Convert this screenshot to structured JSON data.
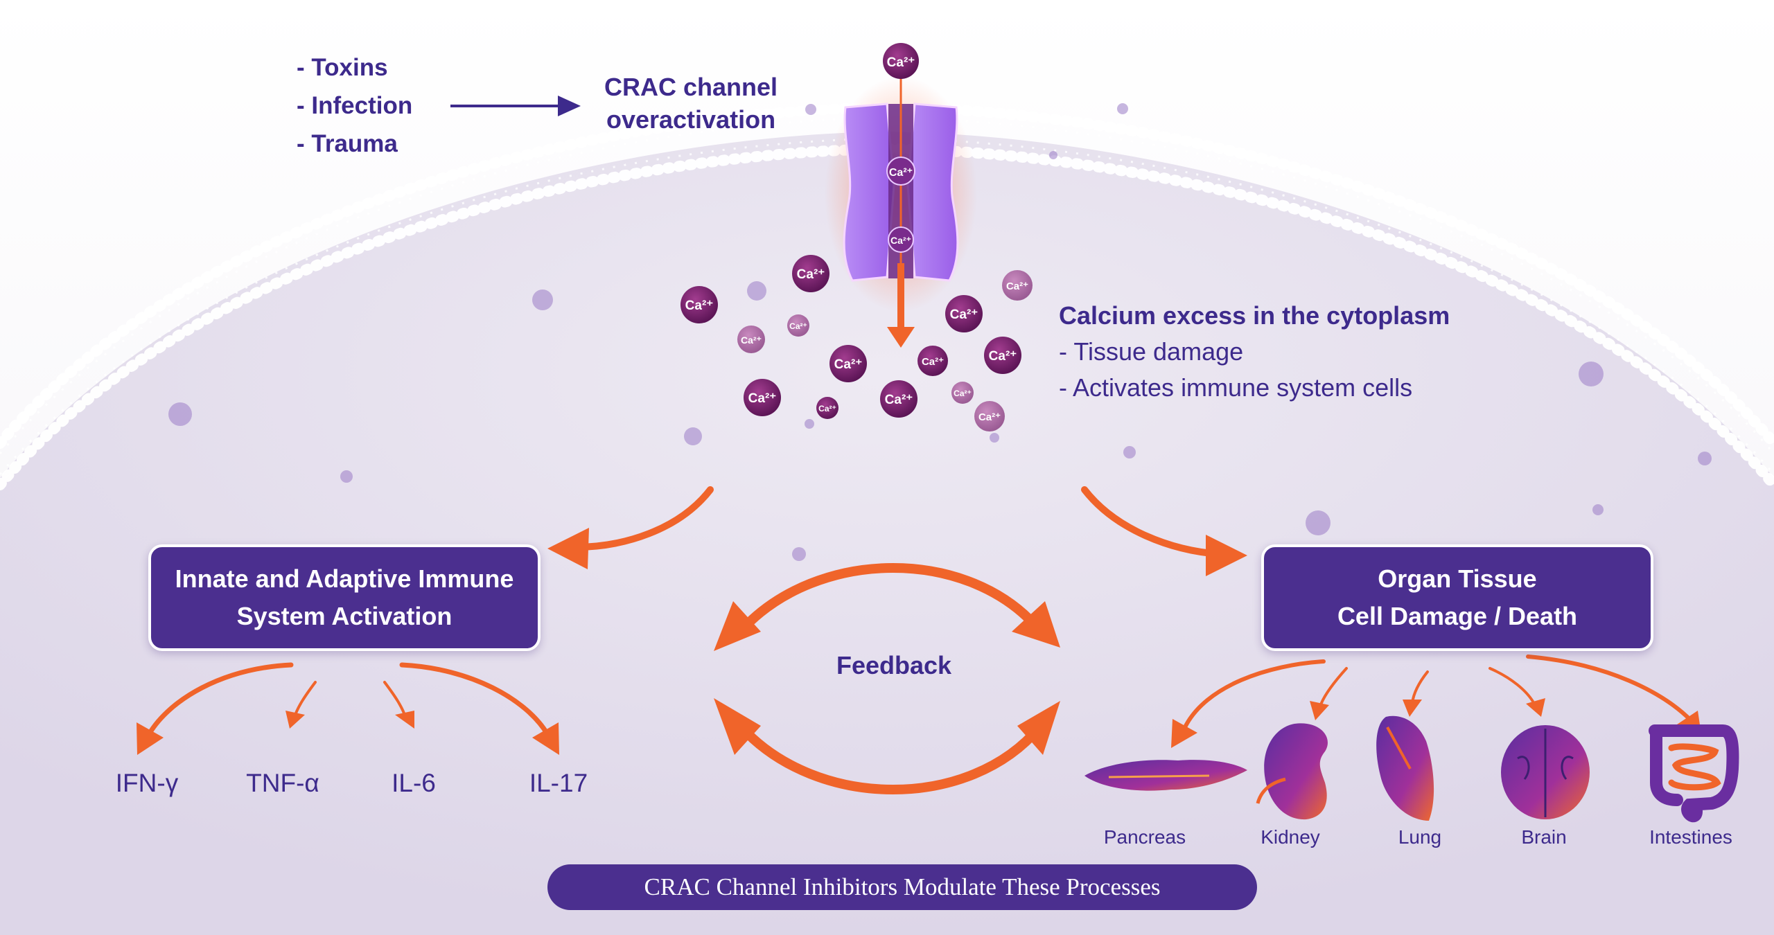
{
  "triggers": [
    "- Toxins",
    "- Infection",
    "- Trauma"
  ],
  "crac_label": [
    "CRAC channel",
    "overactivation"
  ],
  "ion_label": "Ca²⁺",
  "calcium": {
    "title": "Calcium excess in the cytoplasm",
    "effects": [
      "- Tissue damage",
      "- Activates immune system cells"
    ]
  },
  "immune_box": [
    "Innate and Adaptive Immune",
    "System Activation"
  ],
  "organ_box": [
    "Organ Tissue",
    "Cell Damage / Death"
  ],
  "feedback_label": "Feedback",
  "cytokines": [
    "IFN-γ",
    "TNF-α",
    "IL-6",
    "IL-17"
  ],
  "organs": [
    "Pancreas",
    "Kidney",
    "Lung",
    "Brain",
    "Intestines"
  ],
  "banner": "CRAC Channel Inhibitors Modulate These Processes",
  "colors": {
    "accent_orange": "#f0642a",
    "brand_purple": "#4b2f8f",
    "text_purple": "#3d2a8c",
    "channel_violet": "#a66cf0",
    "ion_purple": "#7a1f6e"
  }
}
